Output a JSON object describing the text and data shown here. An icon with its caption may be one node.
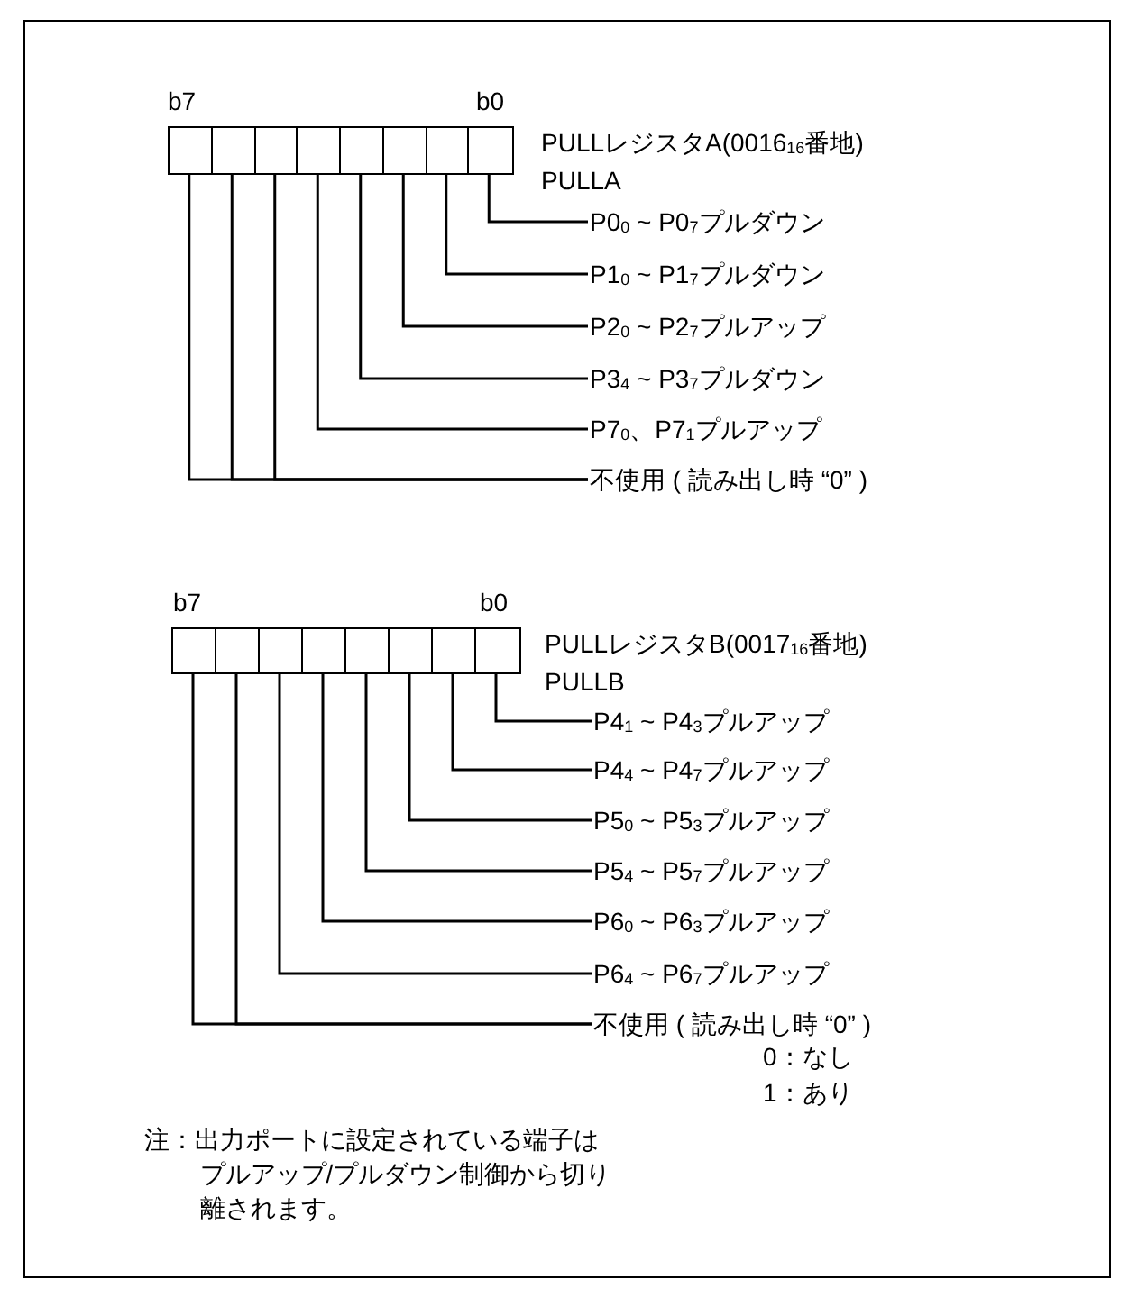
{
  "diagram": {
    "nodes": [
      {
        "text": [],
        "shape": "box"
      },
      {
        "text": [],
        "shape": "box"
      },
      {
        "text": [],
        "shape": "box"
      },
      {
        "text": [],
        "shape": "box"
      },
      {
        "text": [],
        "shape": "box"
      },
      {
        "text": [],
        "shape": "box"
      },
      {
        "text": [],
        "shape": "box"
      },
      {
        "text": [],
        "shape": "box"
      },
      {
        "text": [
          "P0$_{0}$ ~ P0$_{7}$プルダウン"
        ]
      },
      {
        "text": [
          "P1$_{0}$ ~ P1$_{7}$プルダウン"
        ]
      },
      {
        "text": [
          "P2$_{0}$ ~ P2$_{7}$プルアップ"
        ]
      },
      {
        "text": [
          "P3$_{4}$ ~ P3$_{7}$プルダウン"
        ]
      },
      {
        "text": [
          "P7$_{0}$、P7$_{1}$プルアップ"
        ]
      },
      {
        "text": [
          "不使用 ( 読み出し時 “0” )"
        ]
      },
      {
        "text": [],
        "shape": "box"
      },
      {
        "text": [],
        "shape": "box"
      },
      {
        "text": [],
        "shape": "box"
      },
      {
        "text": [],
        "shape": "box"
      },
      {
        "text": [],
        "shape": "box"
      },
      {
        "text": [],
        "shape": "box"
      },
      {
        "text": [],
        "shape": "box"
      },
      {
        "text": [],
        "shape": "box"
      },
      {
        "text": [
          "P4$_{1}$ ~ P4$_{3}$プルアップ"
        ]
      },
      {
        "text": [
          "P4$_{4}$ ~ P4$_{7}$プルアップ"
        ]
      },
      {
        "text": [
          "P5$_{0}$ ~ P5$_{3}$プルアップ"
        ]
      },
      {
        "text": [
          "P5$_{4}$ ~ P5$_{7}$プルアップ"
        ]
      },
      {
        "text": [
          "P6$_{0}$ ~ P6$_{3}$プルアップ"
        ]
      },
      {
        "text": [
          "P6$_{4}$ ~ P6$_{7}$プルアップ"
        ]
      },
      {
        "text": [
          "不使用 ( 読み出し時 “0” )"
        ]
      }
    ],
    "edges": [
      {
        "from": 7,
        "to": 8,
        "arrow": "none"
      },
      {
        "from": 6,
        "to": 9,
        "arrow": "none"
      },
      {
        "from": 5,
        "to": 10,
        "arrow": "none"
      },
      {
        "from": 4,
        "to": 11,
        "arrow": "none"
      },
      {
        "from": 3,
        "to": 12,
        "arrow": "none"
      },
      {
        "from": 0,
        "to": 13,
        "arrow": "none"
      },
      {
        "from": 1,
        "to": 13,
        "arrow": "none"
      },
      {
        "from": 2,
        "to": 13,
        "arrow": "none"
      },
      {
        "from": 21,
        "to": 22,
        "arrow": "none"
      },
      {
        "from": 20,
        "to": 23,
        "arrow": "none"
      },
      {
        "from": 19,
        "to": 24,
        "arrow": "none"
      },
      {
        "from": 18,
        "to": 25,
        "arrow": "none"
      },
      {
        "from": 17,
        "to": 26,
        "arrow": "none"
      },
      {
        "from": 16,
        "to": 27,
        "arrow": "none"
      },
      {
        "from": 14,
        "to": 28,
        "arrow": "none"
      },
      {
        "from": 15,
        "to": 28,
        "arrow": "none"
      }
    ],
    "labels": [
      "b7",
      "b0",
      "PULLレジスタA(0016$_{16}$番地)",
      "PULLA",
      "b7",
      "b0",
      "PULLレジスタB(0017$_{16}$番地)",
      "PULLB",
      "0：なし",
      "1：あり",
      "注：出力ポートに設定されている端子はプルアップ/プルダウン制御から切り離されます。"
    ]
  }
}
